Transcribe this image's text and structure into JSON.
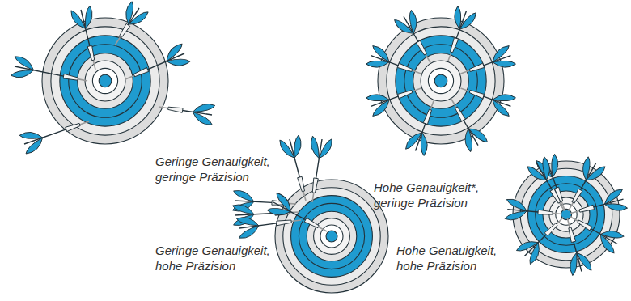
{
  "diagram": {
    "labels": [
      "Geringe Genauigkeit, geringe Präzision",
      "Geringe Genauigkeit, hohe Präzision",
      "Hohe Genauigkeit*, geringe Präzision",
      "Hohe Genauigkeit, hohe Präzision"
    ]
  }
}
